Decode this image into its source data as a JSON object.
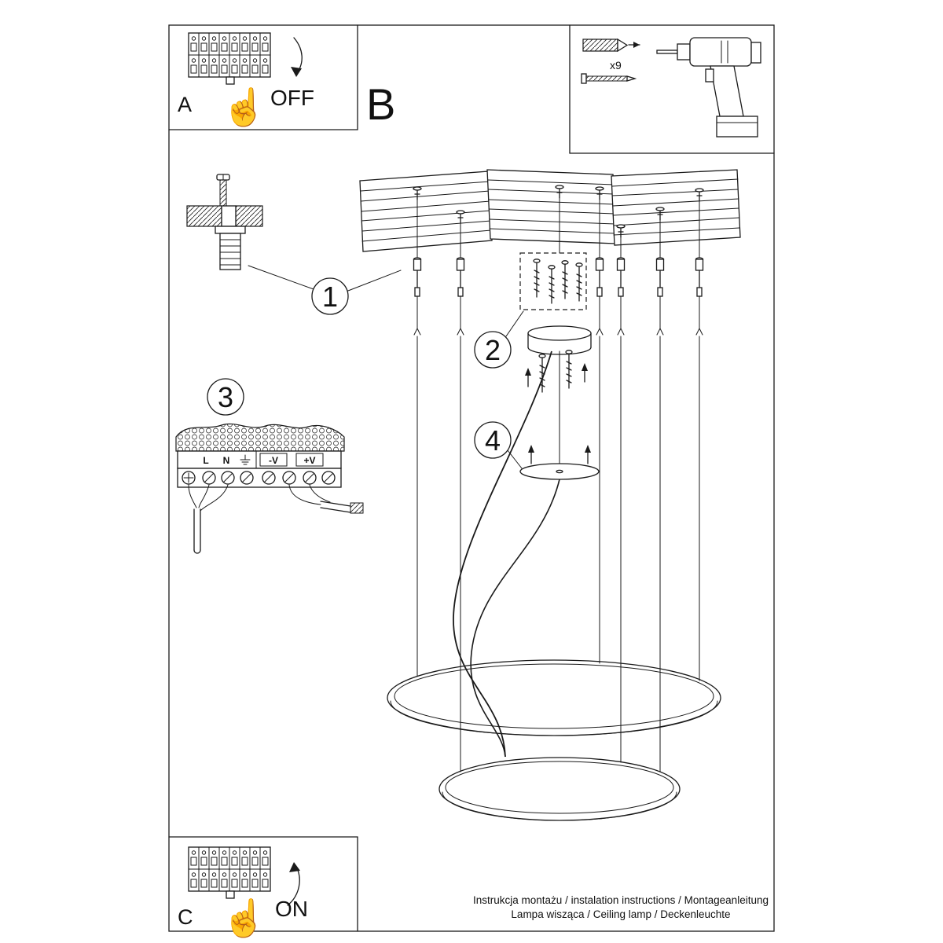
{
  "colors": {
    "ink": "#1a1a1a",
    "bg": "#ffffff"
  },
  "panel_a": {
    "label": "A",
    "action": "OFF"
  },
  "panel_b": {
    "label": "B"
  },
  "panel_c": {
    "label": "C",
    "action": "ON"
  },
  "hardware_box": {
    "quantity": "x9"
  },
  "icons": {
    "hand": "☝"
  },
  "steps": {
    "s1": "1",
    "s2": "2",
    "s3": "3",
    "s4": "4"
  },
  "wiring": {
    "l": "L",
    "n": "N",
    "minus_v": "-V",
    "plus_v": "+V"
  },
  "footer": {
    "line1": "Instrukcja montażu / instalation instructions / Montageanleitung",
    "line2": "Lampa wisząca / Ceiling lamp / Deckenleuchte"
  }
}
